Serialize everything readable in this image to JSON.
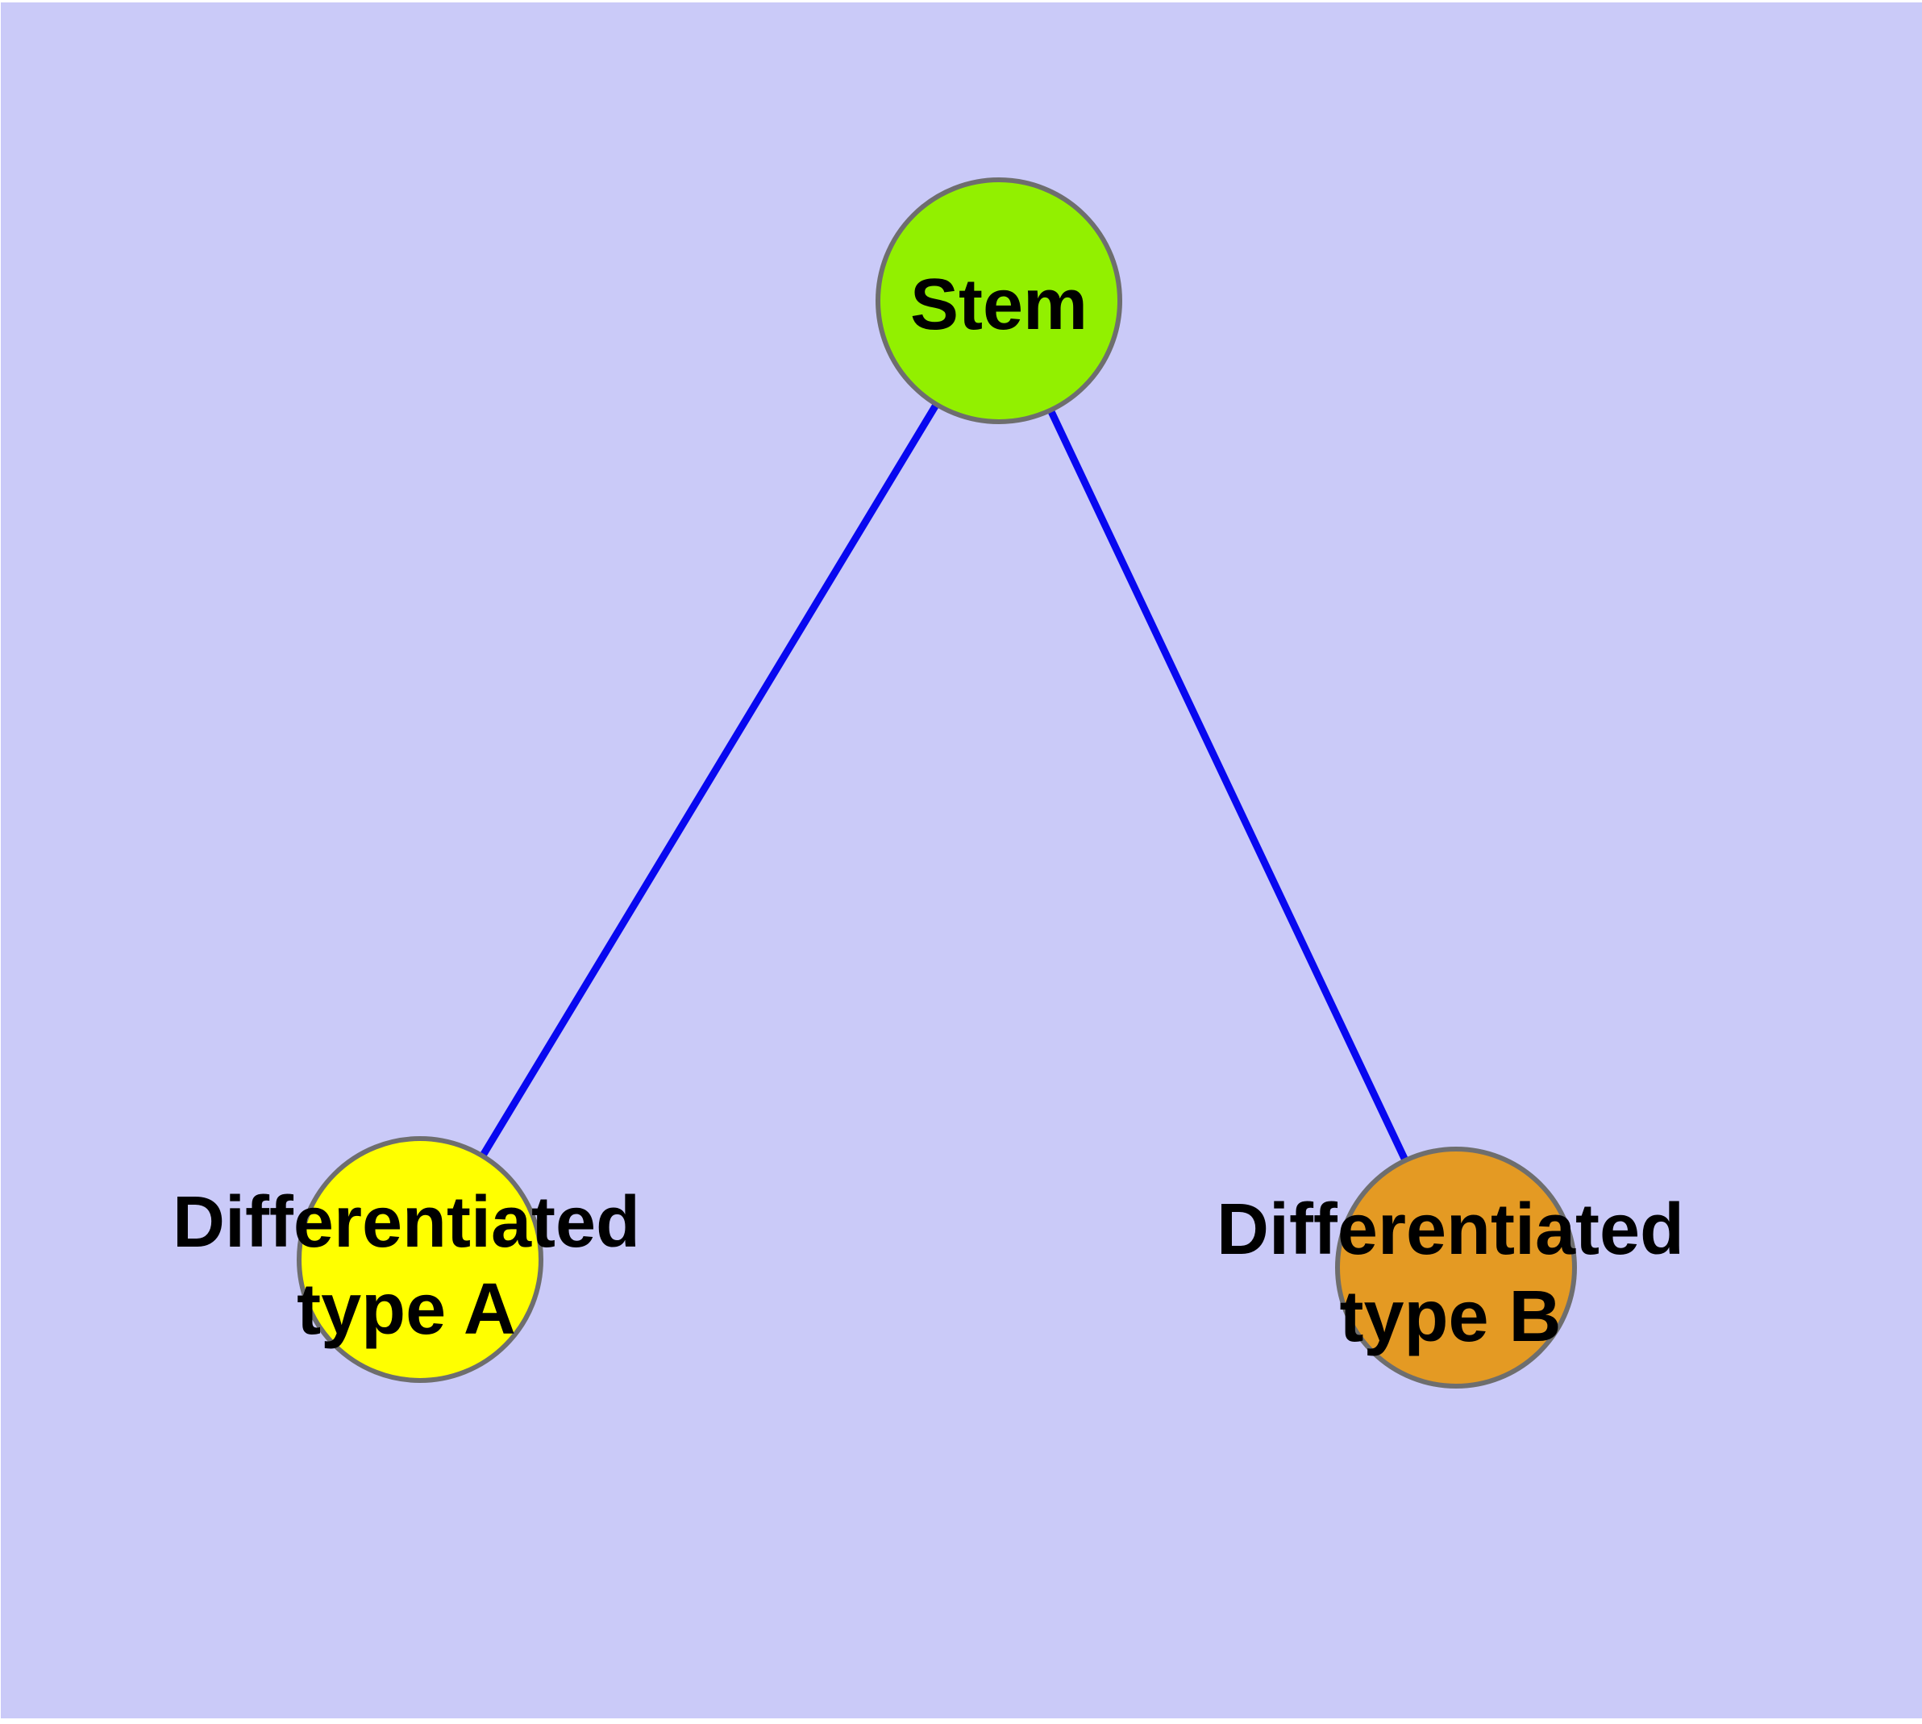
{
  "diagram": {
    "type": "graph",
    "background_color": "#CACAF8",
    "edge_color": "#0808F0",
    "node_border_color": "#6E6E6E",
    "nodes": {
      "stem": {
        "label": "Stem",
        "fill": "#92F000"
      },
      "diff_a": {
        "line1": "Differentiated",
        "line2": "type A",
        "fill": "#FFFF00"
      },
      "diff_b": {
        "line1": "Differentiated",
        "line2": "type B",
        "fill": "#E49A23"
      }
    },
    "edges": [
      {
        "from": "Stem",
        "to": "Differentiated type A"
      },
      {
        "from": "Stem",
        "to": "Differentiated type B"
      }
    ]
  }
}
